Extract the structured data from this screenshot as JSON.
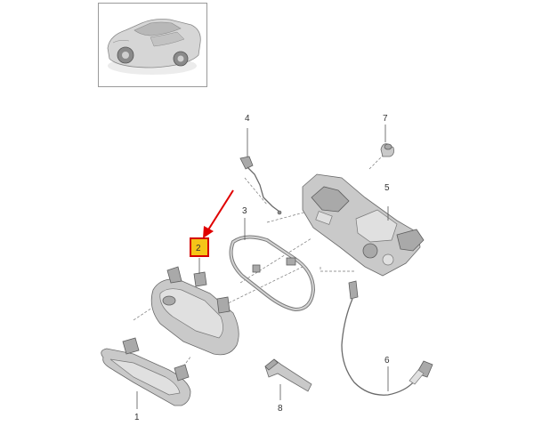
{
  "callouts": {
    "c1": "1",
    "c2": "2",
    "c3": "3",
    "c4": "4",
    "c5": "5",
    "c6": "6",
    "c7": "7",
    "c8": "8"
  },
  "colors": {
    "highlight_fill": "#f5c518",
    "highlight_border": "#d40000",
    "arrow": "#e00000",
    "part": "#c9c9c9",
    "line": "#555555"
  }
}
